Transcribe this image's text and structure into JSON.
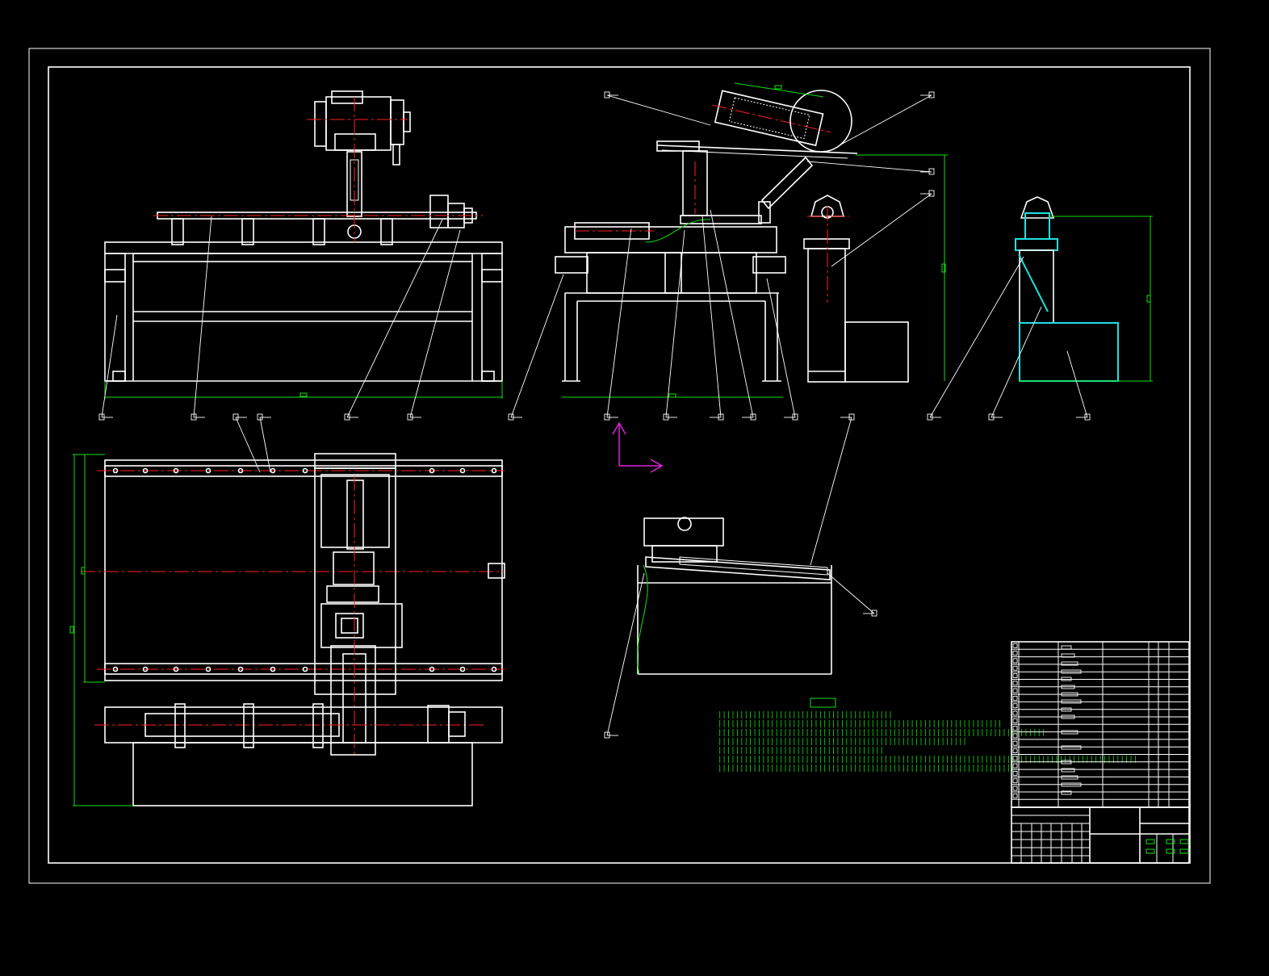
{
  "drawing": {
    "background": "#000000",
    "line_color": "#ffffff",
    "centerline_color": "#ff2020",
    "dimension_color": "#10e010",
    "highlight_color": "#20e0e0",
    "ucs_color": "#e020e0"
  },
  "views": [
    {
      "name": "front-view"
    },
    {
      "name": "side-view"
    },
    {
      "name": "end-view"
    },
    {
      "name": "top-view"
    },
    {
      "name": "detail-view"
    }
  ],
  "notes": {
    "tech_requirements": [
      "||||||||||||||||||||||||||||||||||||||||",
      "|||||||||||||||||||||||||||||||||||||||||||||||||||||||||||||||||",
      "|||||||||||||||||||||||||||||||||||||||||||||||||||||||||||||||||||||||||||",
      "|||||||||||||||||||||||||||||||||||||||||||||||||||||||||",
      "||||||||||||||||||||||||||||||||||||||",
      "||||||||||||||||||||||||||||||||||||||||||||||||||||||||||||||||||||||||||||||||||||||||||||||||",
      "||||||||||||||||||||||||||||||||||||||||||||||||||||||||||||||||||||"
    ]
  }
}
